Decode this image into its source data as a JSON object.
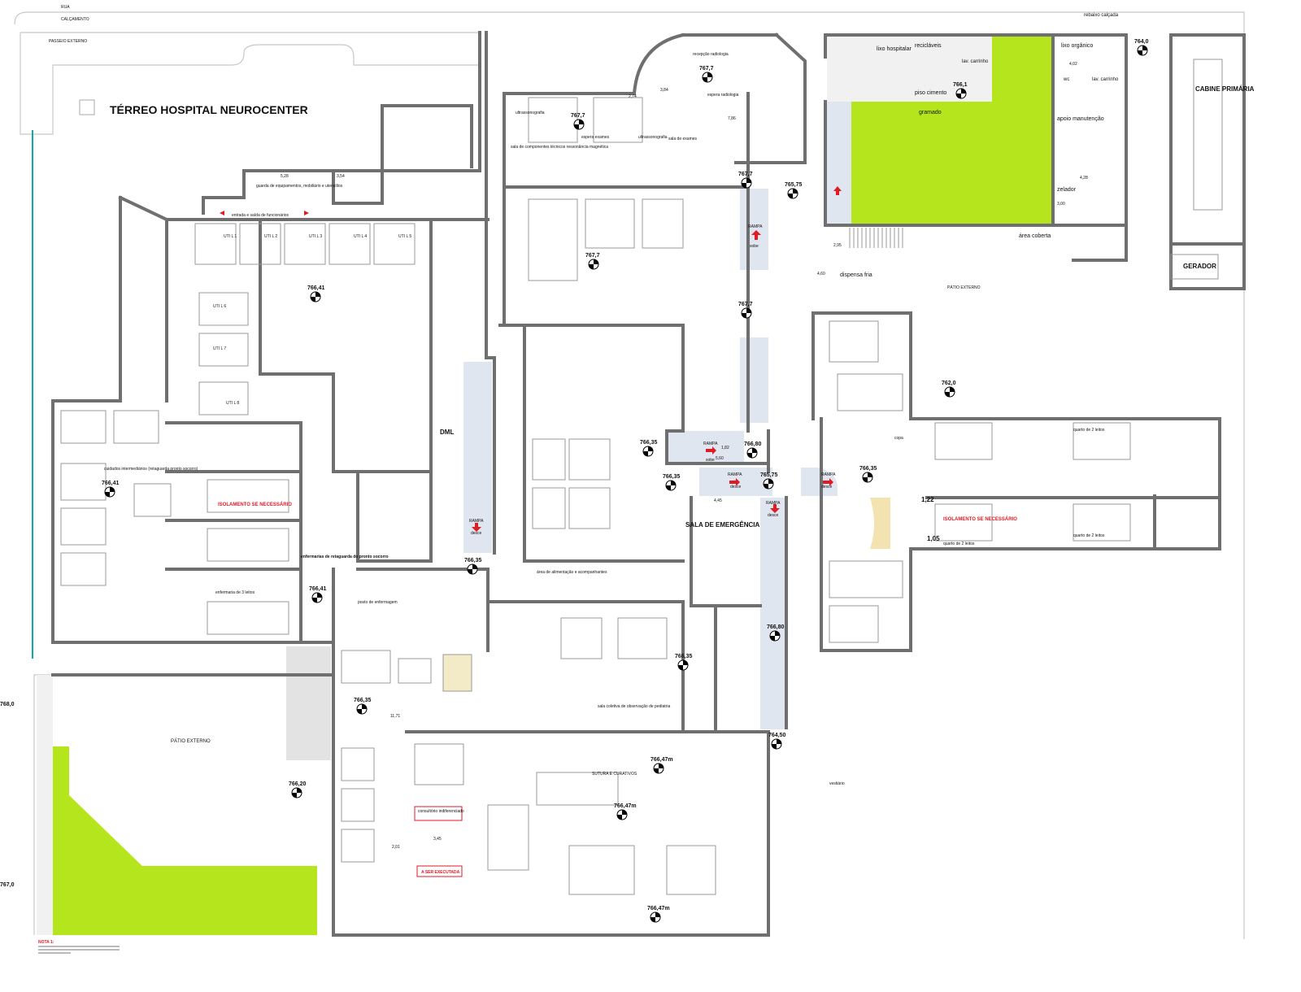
{
  "plan": {
    "title": "TÉRREO HOSPITAL NEUROCENTER",
    "street": "RUA",
    "sidewalk": "CALÇAMENTO",
    "external_walk": "PASSEIO EXTERNO",
    "external_patio": "PÁTIO EXTERNO",
    "external_patio_2": "PÁTIO EXTERNO",
    "note_title": "NOTA 1:",
    "colors": {
      "lawn": "#b5e61d",
      "wall": "#6f6f6f",
      "ramp": "#dfe6ef",
      "concrete": "#f1f1f1",
      "alert": "#e01b24"
    }
  },
  "rooms": {
    "lixo_hospitalar": "lixo hospitalar",
    "reciclaveis": "recicláveis",
    "lav_carrinho_1": "lav. carrinho",
    "piso_cimento": "piso cimento",
    "gramado": "gramado",
    "lixo_organico": "lixo orgânico",
    "wc": "wc",
    "lav_carrinho_2": "lav. carrinho",
    "apoio_manutencao": "apoio manutenção",
    "zelador": "zelador",
    "area_coberta": "área coberta",
    "cabine_primaria": "CABINE PRIMÁRIA",
    "gerador": "GERADOR",
    "dispensa_fria": "dispensa fria",
    "rebaixo_calcada": "rebaixo calçada",
    "sala_emergencia": "SALA DE EMERGÊNCIA",
    "dml": "DML",
    "enfermarias_retaguarda": "enfermarias de retaguarda do pronto socorro",
    "isolamento_1": "ISOLAMENTO SE NECESSÁRIO",
    "isolamento_2": "ISOLAMENTO SE NECESSÁRIO",
    "consultorio": "consultório indiferenciado",
    "a_ser_executada": "A SER EXECUTADA",
    "ultrassonografia_1": "ultrassonografia",
    "ultrassonografia_2": "ultrassonografia",
    "espera_exames": "espera exames",
    "recepcao_radiologia": "recepção radiologia",
    "espera_radiologia": "espera radiologia",
    "sala_exames": "sala de exames",
    "ressonancia": "sala de componentes técnicos ressonância magnética",
    "guarda_equipamentos": "guarda de equipamentos, mobiliário e utensílios",
    "entrada_funcionarios": "entrada e saída de funcionários",
    "uti_1": "UTI L 1",
    "uti_2": "UTI L 2",
    "uti_3": "UTI L 3",
    "uti_4": "UTI L 4",
    "uti_5": "UTI L 5",
    "uti_6": "UTI L 6",
    "uti_7": "UTI L 7",
    "uti_8": "UTI L 8",
    "cuidados_intermediarios": "cuidados intermediários (retaguarda pronto socorro)",
    "enfermaria_3_leitos": "enfermaria de 3 leitos",
    "quarto_2_leitos_1": "quarto de 2 leitos",
    "quarto_2_leitos_2": "quarto de 2 leitos",
    "quarto_2_leitos_3": "quarto de 2 leitos",
    "area_cobertura_alimentacao": "área de alimentação e acompanhantes",
    "sala_observacao": "sala coletiva de observação de pediatria",
    "sutura_curativos": "SUTURA E CURATIVOS",
    "copa": "copa",
    "vestiario": "vestiário",
    "posto_enfermagem": "posto de enfermagem"
  },
  "elevations": {
    "e767_7a": "767,7",
    "e767_7b": "767,7",
    "e767_7c": "767,7",
    "e767_7d": "767,7",
    "e767_7e": "767,7",
    "e766_1": "766,1",
    "e764_0": "764,0",
    "e765_75a": "765,75",
    "e765_75b": "765,75",
    "e766_41a": "766,41",
    "e766_41b": "766,41",
    "e766_41c": "766,41",
    "e762_0": "762,0",
    "e766_35a": "766,35",
    "e766_35b": "766,35",
    "e766_35c": "766,35",
    "e766_35d": "766,35",
    "e766_35e": "766,35",
    "e766_35f": "766,35",
    "e766_80a": "766,80",
    "e766_80b": "766,80",
    "e764_50": "764,50",
    "e766_20": "766,20",
    "e766_47a": "766,47m",
    "e766_47b": "766,47m",
    "e766_47c": "766,47m",
    "e768_0": "768,0",
    "e767_0": "767,0"
  },
  "ramps": {
    "r1": "RAMPA",
    "r1_dir": "sobe",
    "r2": "RAMPA",
    "r2_dir": "desce",
    "r3": "RAMPA",
    "r3_dir": "desce",
    "r4": "RAMPA",
    "r4_dir": "desce",
    "r5": "RAMPA",
    "r5_dir": "sobe",
    "r6": "RAMPA",
    "r6_dir": "desce"
  },
  "dimensions": {
    "d1": "5,28",
    "d2": "3,54",
    "d3": "2,74",
    "d4": "3,84",
    "d5": "7,86",
    "d6": "4,02",
    "d7": "4,60",
    "d8": "2,95",
    "d9": "4,28",
    "d10": "3,00",
    "d11": "1,82",
    "d12": "5,60",
    "d13": "4,45",
    "d14": "11,71",
    "d15": "1,22",
    "d16": "1,05",
    "d17": "3,45",
    "d18": "2,01"
  }
}
